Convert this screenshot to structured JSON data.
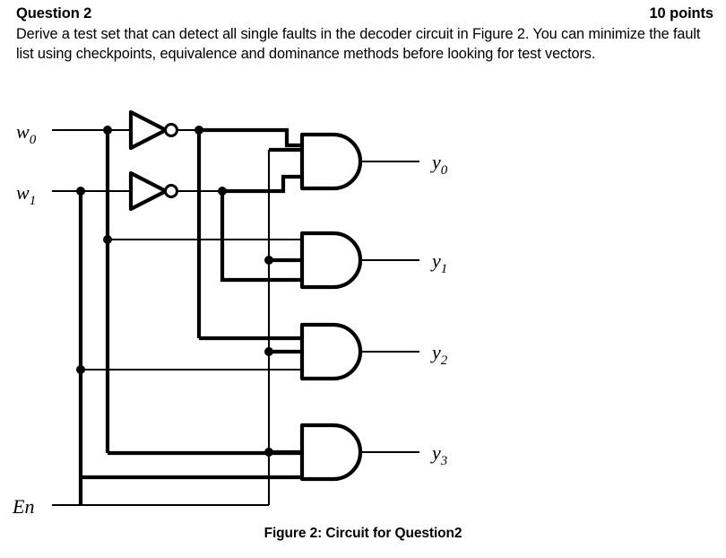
{
  "header": {
    "question_title": "Question 2",
    "points": "10 points",
    "body": "Derive a test set that can detect all single faults in the decoder circuit in Figure 2.  You can minimize the fault list using checkpoints, equivalence and dominance methods before looking for test vectors."
  },
  "figure": {
    "caption": "Figure 2: Circuit for Question2",
    "inputs": [
      {
        "id": "w0",
        "label": "w",
        "sub": "0"
      },
      {
        "id": "w1",
        "label": "w",
        "sub": "1"
      },
      {
        "id": "en",
        "label": "En",
        "sub": ""
      }
    ],
    "outputs": [
      {
        "id": "y0",
        "label": "y",
        "sub": "0"
      },
      {
        "id": "y1",
        "label": "y",
        "sub": "1"
      },
      {
        "id": "y2",
        "label": "y",
        "sub": "2"
      },
      {
        "id": "y3",
        "label": "y",
        "sub": "3"
      }
    ],
    "gates": [
      {
        "id": "inv0",
        "type": "inverter",
        "input": "w0",
        "output": "w0_bar"
      },
      {
        "id": "inv1",
        "type": "inverter",
        "input": "w1",
        "output": "w1_bar"
      },
      {
        "id": "and0",
        "type": "and3",
        "inputs": [
          "w0_bar",
          "w1_bar",
          "En"
        ],
        "output": "y0"
      },
      {
        "id": "and1",
        "type": "and3",
        "inputs": [
          "w0",
          "w1_bar",
          "En"
        ],
        "output": "y1"
      },
      {
        "id": "and2",
        "type": "and3",
        "inputs": [
          "w0_bar",
          "w1",
          "En"
        ],
        "output": "y2"
      },
      {
        "id": "and3",
        "type": "and3",
        "inputs": [
          "w0",
          "w1",
          "En"
        ],
        "output": "y3"
      }
    ],
    "colors": {
      "wire": "#000000",
      "background": "#ffffff"
    }
  }
}
